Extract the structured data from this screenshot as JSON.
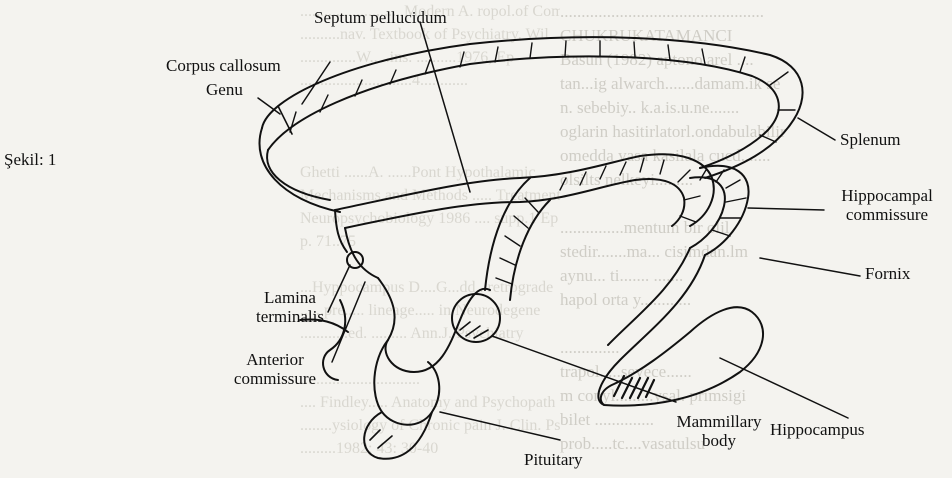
{
  "figure_label": "Şekil: 1",
  "labels": {
    "septum": "Septum pellucidum",
    "corpus": "Corpus callosum",
    "genu": "Genu",
    "splenum": "Splenum",
    "hippo_comm": [
      "Hippocampal",
      "commissure"
    ],
    "fornix": "Fornix",
    "lamina": [
      "Lamina",
      "terminalis"
    ],
    "anterior": [
      "Anterior",
      "commissure"
    ],
    "hippocampus": "Hippocampus",
    "mammillary": [
      "Mammillary",
      "body"
    ],
    "pituitary": "Pituitary"
  },
  "background_text_right": [
    "................................................",
    "CHUKRUKATAMANCI",
    "Basun (1982) aptono arel ....",
    "tan...ig alwarch.......damam.ik se",
    "n. sebebiy.. k.a.is.u.ne.......",
    "oglarin hasitirlatorl.ondabulabilir",
    "omedda vasa kasilala cucd.......",
    "olsilts nelkeyi.........",
    "",
    "...............mentum bir olil",
    "stedir.......ma... cisimdan.lm",
    "aynu... ti....... .......",
    "hapol orta y........ ...",
    "",
    "..............",
    "trapol.....sevece......",
    "m conyl.........ysal. primsigi",
    "bilet ..............",
    "prob.....tc....vasatulsu"
  ],
  "background_text_left": [
    "..........................Modern A. ropol.of Compu",
    "..........nav. Textbook of Psychiatry. Wil",
    "..............W.. ..ins. ..........1976, Ep",
    "............................4.... .......",
    "",
    "",
    "",
    "Ghetti ......A. ......Pont Hypothalamic",
    "Mechanisms and Methods ..... Treatment",
    "Neuropsychobiology 1986 .... supp.1 Ep",
    "p. 71..75",
    "",
    "...Hyppocampus D....G...dd.. retrograde",
    "......pre..... lineage..... in Neurodegene",
    "............ed. ......... Ann.J. Psychiatry",
    "",
    "..............................",
    ".... Findley..... Anatomy and Psychopath",
    "........ysiology of Chronic pain J. Clin. Psychiat",
    ".........1982; 43: 30-40"
  ]
}
